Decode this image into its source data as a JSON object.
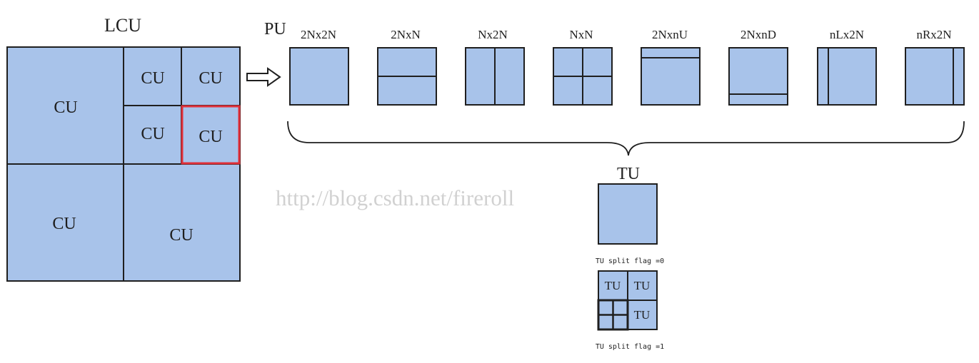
{
  "lcu": {
    "title": "LCU",
    "cu_label": "CU"
  },
  "pu": {
    "title": "PU",
    "arrow_icon": "right-arrow-icon",
    "partitions": [
      "2Nx2N",
      "2NxN",
      "Nx2N",
      "NxN",
      "2NxnU",
      "2NxnD",
      "nLx2N",
      "nRx2N"
    ]
  },
  "tu": {
    "title": "TU",
    "label": "TU",
    "flag0": "TU split flag =0",
    "flag1": "TU split flag =1"
  },
  "watermark": "http://blog.csdn.net/fireroll",
  "colors": {
    "block_fill": "#a8c3ea",
    "outline": "#1f1f1f",
    "highlight": "#e0303a",
    "watermark": "#c9c9c9"
  }
}
